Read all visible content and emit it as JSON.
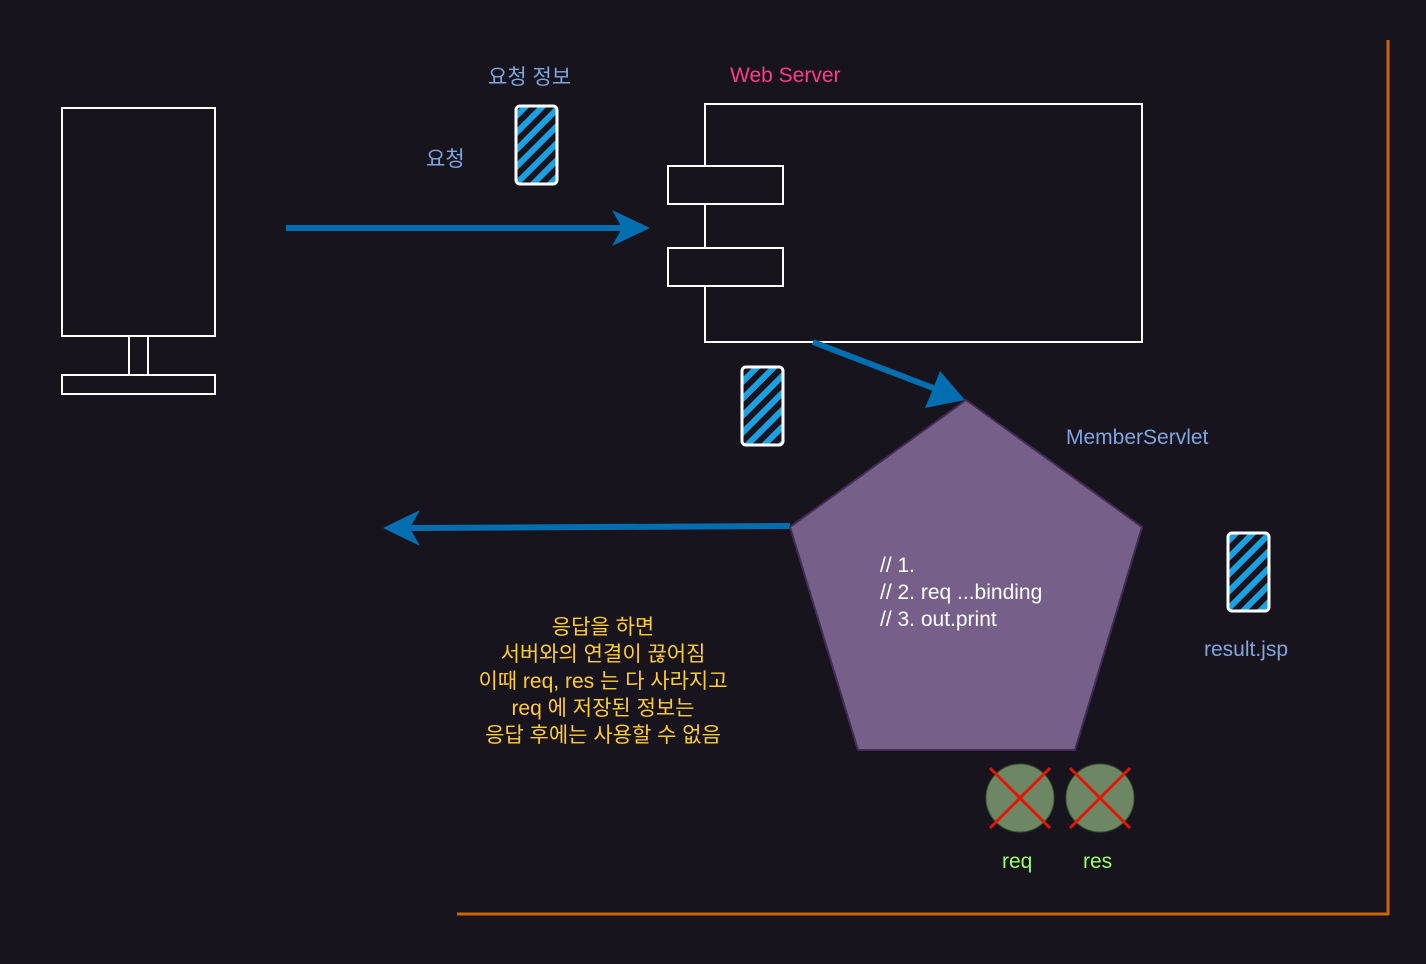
{
  "labels": {
    "request_info": "요청 정보",
    "request": "요청",
    "web_server": "Web Server",
    "member_servlet": "MemberServlet",
    "result_jsp": "result.jsp",
    "req_object": "req",
    "res_object": "res"
  },
  "servlet_code": [
    "// 1.",
    "// 2. req ...binding",
    "// 3. out.print"
  ],
  "note_lines": [
    "응답을 하면",
    "서버와의 연결이 끊어짐",
    "이때 req, res 는 다 사라지고",
    "req 에 저장된 정보는",
    "응답 후에는 사용할 수 없음"
  ],
  "colors": {
    "background": "#18141d",
    "arrow": "#006eaf",
    "servlet_fill": "#76608a",
    "note_text": "#ffcc33",
    "label_blue": "#7ea6e0",
    "web_server_label": "#ff3d86",
    "object_label": "#99ff66",
    "object_fill": "#6d8764",
    "cross": "#e51400",
    "frame": "#cc6600",
    "data_stripe": "#1ba1e2"
  }
}
